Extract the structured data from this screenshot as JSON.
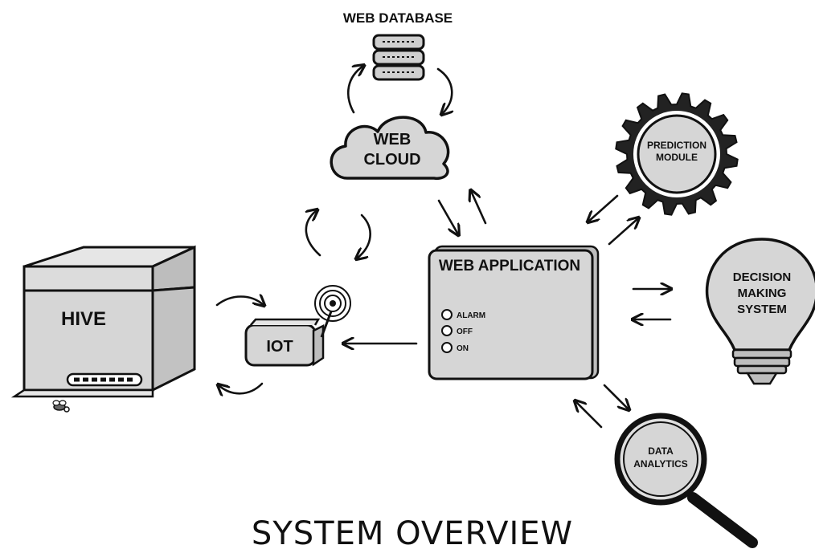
{
  "diagram": {
    "title": "SYSTEM OVERVIEW",
    "web_database": {
      "label": "WEB DATABASE"
    },
    "web_cloud": {
      "line1": "WEB",
      "line2": "CLOUD"
    },
    "hive": {
      "label": "HIVE"
    },
    "iot": {
      "label": "IOT"
    },
    "web_application": {
      "label": "WEB APPLICATION",
      "indicators": [
        "ALARM",
        "OFF",
        "ON"
      ]
    },
    "prediction_module": {
      "line1": "PREDICTION",
      "line2": "MODULE"
    },
    "decision_making_system": {
      "line1": "DECISION",
      "line2": "MAKING",
      "line3": "SYSTEM"
    },
    "data_analytics": {
      "line1": "DATA",
      "line2": "ANALYTICS"
    }
  },
  "colors": {
    "fill": "#d6d6d6",
    "fill_light": "#e4e4e4",
    "fill_dark": "#bdbdbd",
    "stroke": "#111111"
  }
}
